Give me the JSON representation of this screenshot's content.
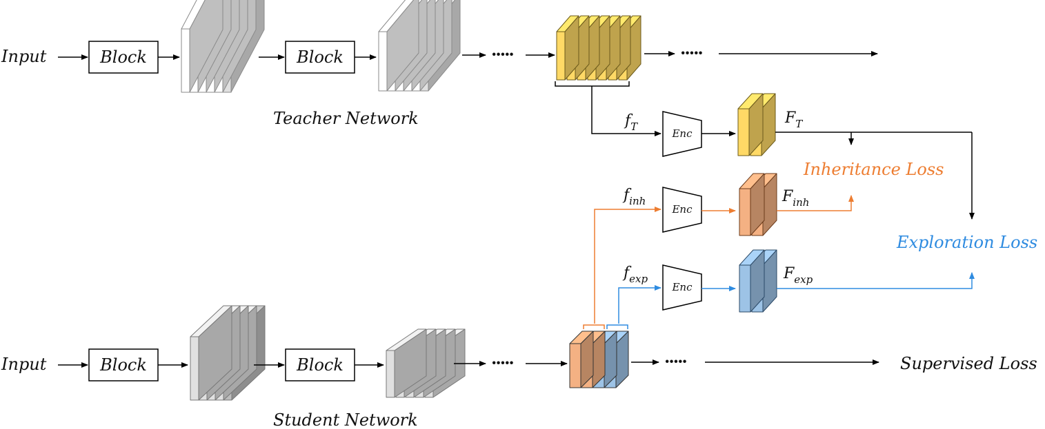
{
  "teacher": {
    "input": "Input",
    "block1": "Block",
    "block2": "Block",
    "dots1": "·····",
    "dots2": "·····",
    "caption": "Teacher Network"
  },
  "student": {
    "input": "Input",
    "block1": "Block",
    "block2": "Block",
    "dots1": "·····",
    "dots2": "·····",
    "caption": "Student Network",
    "loss": "Supervised Loss"
  },
  "branches": {
    "t": {
      "f": "f",
      "f_sub": "T",
      "enc": "Enc",
      "F": "F",
      "F_sub": "T"
    },
    "inh": {
      "f": "f",
      "f_sub": "inh",
      "enc": "Enc",
      "F": "F",
      "F_sub": "inh"
    },
    "exp": {
      "f": "f",
      "f_sub": "exp",
      "enc": "Enc",
      "F": "F",
      "F_sub": "exp"
    }
  },
  "losses": {
    "inheritance": "Inheritance Loss",
    "exploration": "Exploration Loss"
  },
  "colors": {
    "yellow": "#FFD966",
    "orange": "#F4B183",
    "blue": "#9DC3E6",
    "orange_line": "#ED7D31",
    "blue_line": "#2E8BE0"
  }
}
